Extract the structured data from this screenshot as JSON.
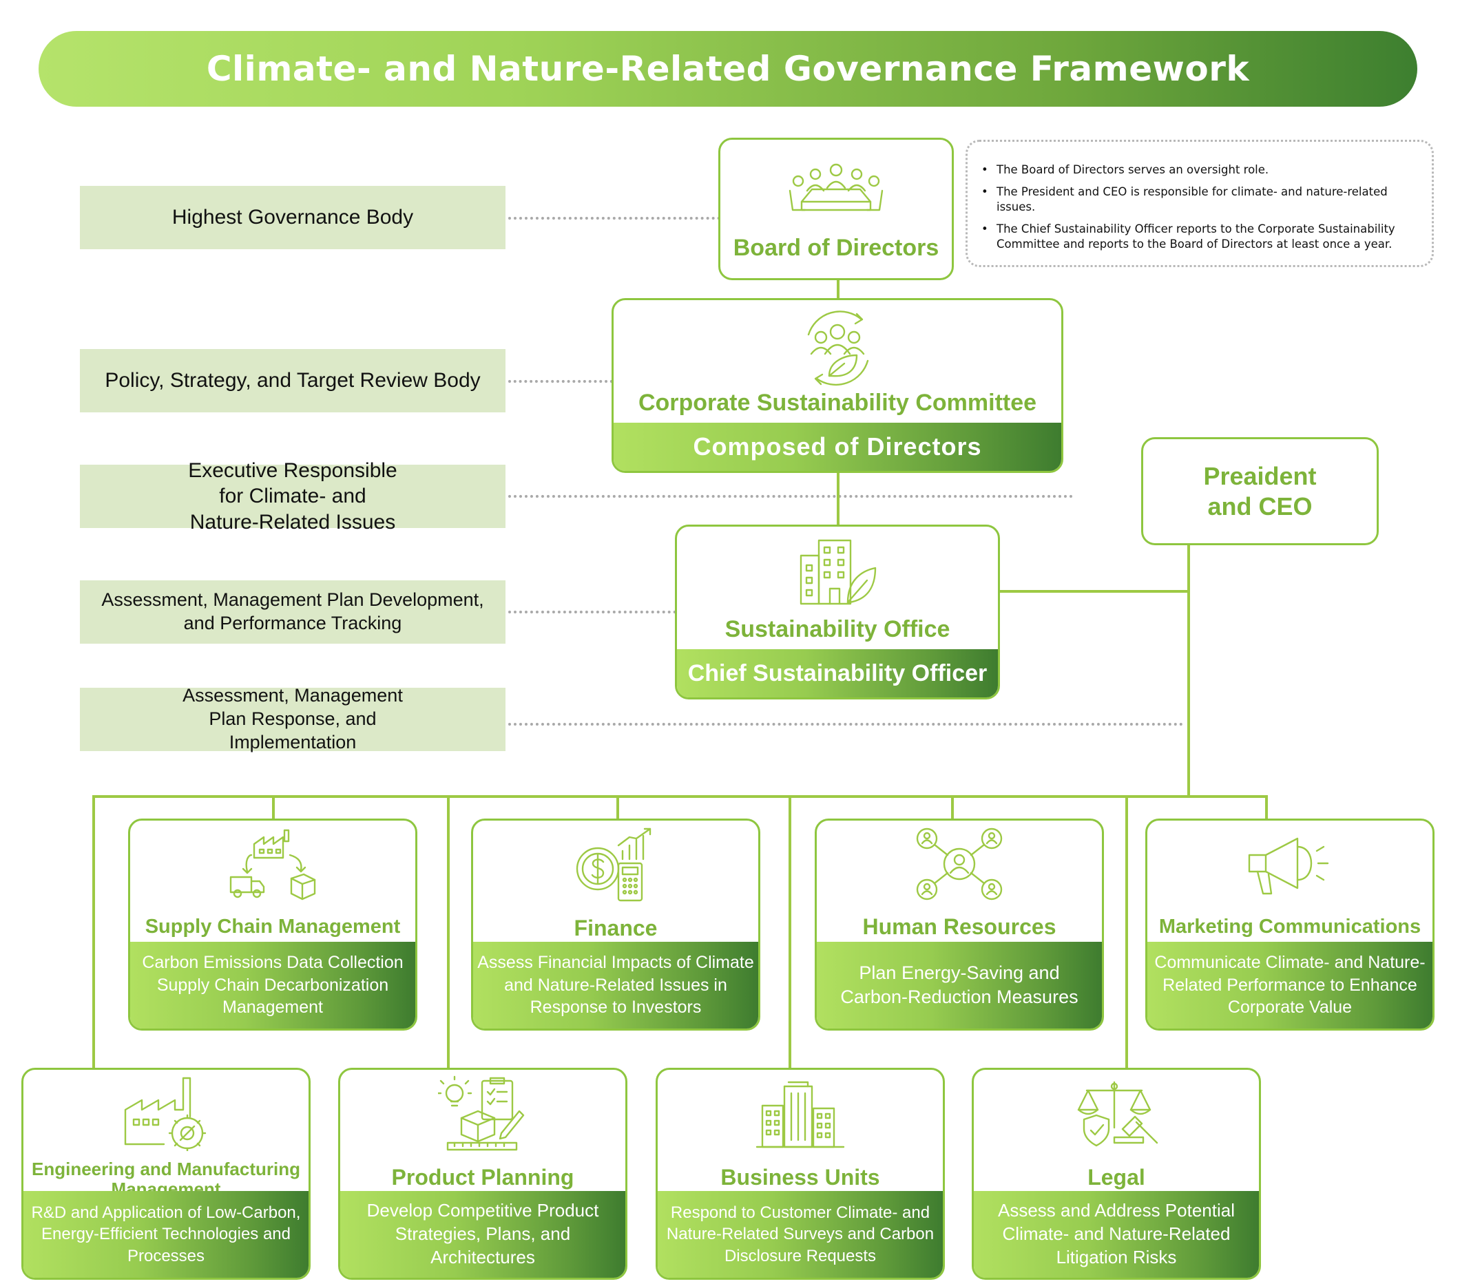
{
  "title": "Climate- and Nature-Related Governance Framework",
  "levels": [
    "Highest Governance Body",
    "Policy, Strategy, and Target Review Body",
    "Executive Responsible for Climate- and Nature-Related Issues",
    "Assessment, Management Plan Development, and Performance Tracking",
    "Assessment, Management Plan Response, and Implementation"
  ],
  "notes": [
    "The Board of Directors serves an oversight role.",
    "The President and CEO is responsible for climate- and nature-related issues.",
    "The Chief Sustainability Officer reports to the Corporate Sustainability Committee and reports to the Board of Directors at least once a year."
  ],
  "board": {
    "title": "Board of Directors",
    "icon": "meeting-table-icon"
  },
  "committee": {
    "title": "Corporate Sustainability Committee",
    "band": "Composed of Directors",
    "icon": "people-leaf-cycle-icon"
  },
  "ceo": {
    "title": "Preaident and CEO"
  },
  "office": {
    "title": "Sustainability Office",
    "band": "Chief Sustainability Officer",
    "icon": "building-leaf-icon"
  },
  "departments_row1": [
    {
      "title": "Supply Chain Management",
      "desc": "Carbon Emissions Data Collection Supply Chain Decarbonization Management",
      "icon": "factory-truck-box-icon"
    },
    {
      "title": "Finance",
      "desc": "Assess Financial Impacts of Climate and Nature-Related Issues in Response to Investors",
      "icon": "coin-calculator-chart-icon"
    },
    {
      "title": "Human Resources",
      "desc": "Plan Energy-Saving and Carbon-Reduction Measures",
      "icon": "people-network-icon"
    },
    {
      "title": "Marketing Communications",
      "desc": "Communicate Climate- and Nature-Related Performance to Enhance Corporate Value",
      "icon": "megaphone-icon"
    }
  ],
  "departments_row2": [
    {
      "title": "Engineering and Manufacturing Management",
      "desc": "R&D and Application of Low-Carbon, Energy-Efficient Technologies and Processes",
      "icon": "factory-gear-icon"
    },
    {
      "title": "Product Planning",
      "desc": "Develop Competitive Product Strategies, Plans, and Architectures",
      "icon": "idea-box-checklist-icon"
    },
    {
      "title": "Business Units",
      "desc": "Respond to Customer Climate- and Nature-Related Surveys and Carbon Disclosure Requests",
      "icon": "office-buildings-icon"
    },
    {
      "title": "Legal",
      "desc": "Assess and Address Potential Climate- and Nature-Related Litigation Risks",
      "icon": "scales-gavel-icon"
    }
  ]
}
